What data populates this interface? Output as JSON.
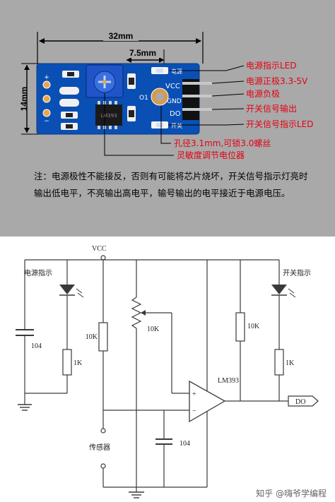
{
  "module": {
    "dim_width": "32mm",
    "dim_hole_offset": "7.5mm",
    "dim_height": "14mm",
    "board_color": "#0a4fb4",
    "chip_marking": "LM393",
    "silk": {
      "vcc": "VCC",
      "gnd": "GND",
      "do": "DO",
      "o1": "O1",
      "power": "电源",
      "switch": "开关"
    },
    "labels": {
      "power_led": "电源指示LED",
      "vcc_pin": "电源正极3.3-5V",
      "gnd_pin": "电源负极",
      "do_pin": "开关信号输出",
      "switch_led": "开关信号指示LED",
      "hole": "孔径3.1mm,可锁3.0螺丝",
      "pot": "灵敏度调节电位器"
    },
    "note": "注：电源极性不能接反，否则有可能将芯片烧坏，开关信号指示灯亮时输出低电平，不亮输出高电平，输号输出的电平接近于电源电压。"
  },
  "circuit": {
    "vcc": "VCC",
    "power_ind": "电源指示",
    "switch_ind": "开关指示",
    "cap1": "104",
    "r_1k_a": "1K",
    "r_10k_a": "10K",
    "pot_10k": "10K",
    "r_10k_b": "10K",
    "r_1k_b": "1K",
    "comparator": "LM393",
    "sensor": "传感器",
    "cap2": "104",
    "do_out": "DO",
    "plus": "+",
    "minus": "−"
  },
  "watermark": "知乎 @嗨爷学编程"
}
